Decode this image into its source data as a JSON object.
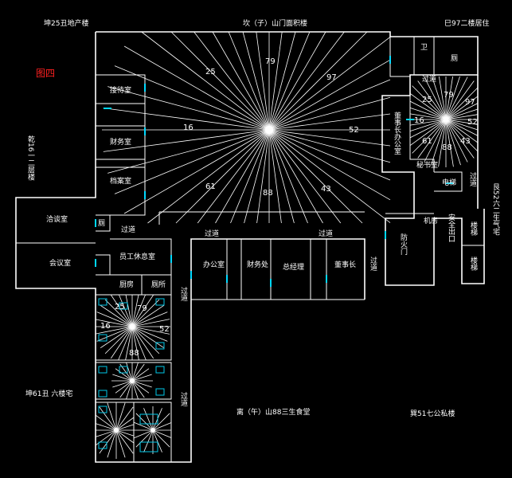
{
  "figure_label": "图四",
  "top_labels": {
    "left": "坤25丑地产楼",
    "center": "坎（子）山门面积楼",
    "right": "巳97二楼居住"
  },
  "bottom_labels": {
    "center": "离（午）山88三生食堂",
    "right": "巽51七公私楼",
    "left_mid": "坤61丑 六楼宅"
  },
  "side_labels": {
    "left_vertical": "乾16一二层楼",
    "right_vertical": "艮52六二生气宅"
  },
  "rooms": {
    "r1": "接待室",
    "r2": "财务室",
    "r3": "档案室",
    "r4": "洽谈室",
    "r5": "会议室",
    "r6": "厕",
    "r7": "员工休息室",
    "r8": "厨房",
    "r9": "厕所",
    "r10": "办公室",
    "r11": "财务处",
    "r12": "总经理",
    "r13": "董事长",
    "r14": "卫",
    "r15": "厕",
    "r16": "董事长办公室",
    "r17": "秘书室",
    "r18": "电梯",
    "r19": "安全出口",
    "r20": "楼梯",
    "r21": "楼梯",
    "r22": "机房",
    "r23": "防火门",
    "r24": "过道",
    "r25": "过道",
    "r26": "过道",
    "r27": "过道",
    "r28": "过道",
    "r29": "过道",
    "r30": "过道",
    "r31": "过道"
  },
  "degrees_main": [
    "25",
    "79",
    "97",
    "16",
    "52",
    "61",
    "88",
    "43"
  ],
  "degrees_right": [
    "25",
    "79",
    "97",
    "16",
    "52",
    "61",
    "88",
    "43"
  ],
  "degrees_left": [
    "25",
    "79",
    "16",
    "52",
    "88"
  ]
}
